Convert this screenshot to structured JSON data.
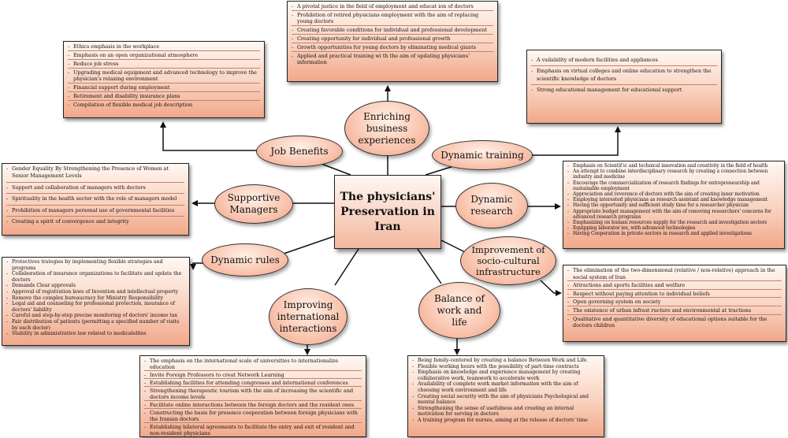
{
  "center_title": "The physicians' Preservation in Iran",
  "nodes": {
    "enriching": "Enriching business experiences",
    "job_benefits": "Job Benefits",
    "dynamic_training": "Dynamic training",
    "supportive_managers": "Supportive Managers",
    "dynamic_research": "Dynamic research",
    "dynamic_rules": "Dynamic rules",
    "socio_cultural": "Improvement of socio-cultural infrastructure",
    "international": "Improving international interactions",
    "work_life": "Balance of work and life"
  },
  "lists": {
    "enriching": [
      "A pivotal justice in the field of employment and educat ion of doctors",
      "Prohibition of retired physicians employment with the aim of replacing young doctors",
      "Creating favorable conditions for individual and professional development",
      "Creating opportunity for individual and professional growth",
      "Growth opportunities for young doctors by eliminating medical giants",
      "Applied and practical training wi th the aim of updating physicians' information"
    ],
    "job_benefits": [
      "Ethics emphasis in the workplace",
      "Emphasis on an open organizational atmosphere",
      "Reduce job stress",
      "Upgrading medical equipment and advanced technology to improve the physician's relaxing environment",
      "Financial support during employment",
      "Retirement and disability insurance plans",
      "Compilation of flexible medical job description"
    ],
    "dynamic_training": [
      "A vailability of modern facilities and appliances",
      "Emphasis on virtual colleges and online education to strengthen the scientific knowledge of doctors",
      "Strong educational management for educational support"
    ],
    "supportive_managers": [
      "Gender Equality By Strengthening the Presence of Women at Senior Management Levels",
      "Support and collaboration of managers with doctors",
      "Spirituality in the health sector with the role of managers model",
      "Prohibition of managers personal use of governmental facilities",
      "Creating a spirit of convergence and integrity"
    ],
    "dynamic_research": [
      "Emphasis on Scientif ic and technical innovation and creativity in the field of health",
      "An attempt to combine interdisciplinary research by creating a connection between industry and medicine",
      "Encourage the commercialization of research findings for entrepreneurship and sustainable employment",
      "Appreciation and reverence of doctors with the aim of creating inner motivation",
      "Employing interested physicians as research assistant and knowledge management",
      "Having the opportunity and sufficient study time for a researcher physician",
      "Appropriate budget management with the aim of removing researchers' concerns for advanced research programs",
      "Emphasizing on human resources supply for the research and investigation sectors",
      "Equipping laborator ies, with advanced technologies",
      "Having Cooperation in private sectors in research and applied investigations"
    ],
    "dynamic_rules": [
      "Protectives trategies by implementing flexible strategies and programs",
      "Collaboration of insurance organizations to facilitate and update the doctors",
      "Demands Clear approvals",
      "Approval of registration laws of Invention and intellectual property",
      "Remove the complex bureaucracy for Ministry Responsibility",
      "Legal aid and counseling for professional protection, insurance of doctors' liability",
      "Careful and step-by-step precise monitoring of doctors' income tax",
      "Fair distribution of patients (permitting a specified number of visits by each doctor)",
      "Stability in administrative law related to medicalelites"
    ],
    "socio_cultural": [
      "The elimination of the two-dimensional (relative / non-relative) approach in the social system of Iran",
      "Attractions and sports facilities and welfare",
      "Respect without paying attention to individual beliefs",
      "Open governing system on society",
      "The existence of urban infrast ructure and environmental at tractions",
      "Qualitative and quantitative diversity of educational options suitable for the doctors children"
    ],
    "international": [
      "The emphasis on the international scale of universities to internationalize education",
      "Invite Foreign Professors to creat Network Learning",
      "Establishing facilities for attending congresses and international conferences",
      "Strengthening therapeutic tourism with the aim of increasing the scientific and doctors income levels",
      "Facilitate online interactions between the foreign doctors and the resident ones",
      "Constructing the basis for presence cooperation between foreign physicians with the Iranian doctors",
      "Establishing bilateral agreements to facilitate the entry and exit of resident and non-resident physicians"
    ],
    "work_life": [
      "Being family-centered by creating a balance Between Work and Life.",
      "Flexible working hours with the possibility of part-time contracts",
      "Emphasis on knowledge and experience management by creating collaborative work, teamwork to accelerate work",
      "Availability of complete work market information with the aim of choosing work environment and life",
      "Creating social security with the aim of physicians Psychological and mental balance",
      "Strengthening the sense of usefulness and creating an internal motivation for serving in doctors",
      "A training program for nurses, aiming at the release of doctors' time"
    ]
  }
}
